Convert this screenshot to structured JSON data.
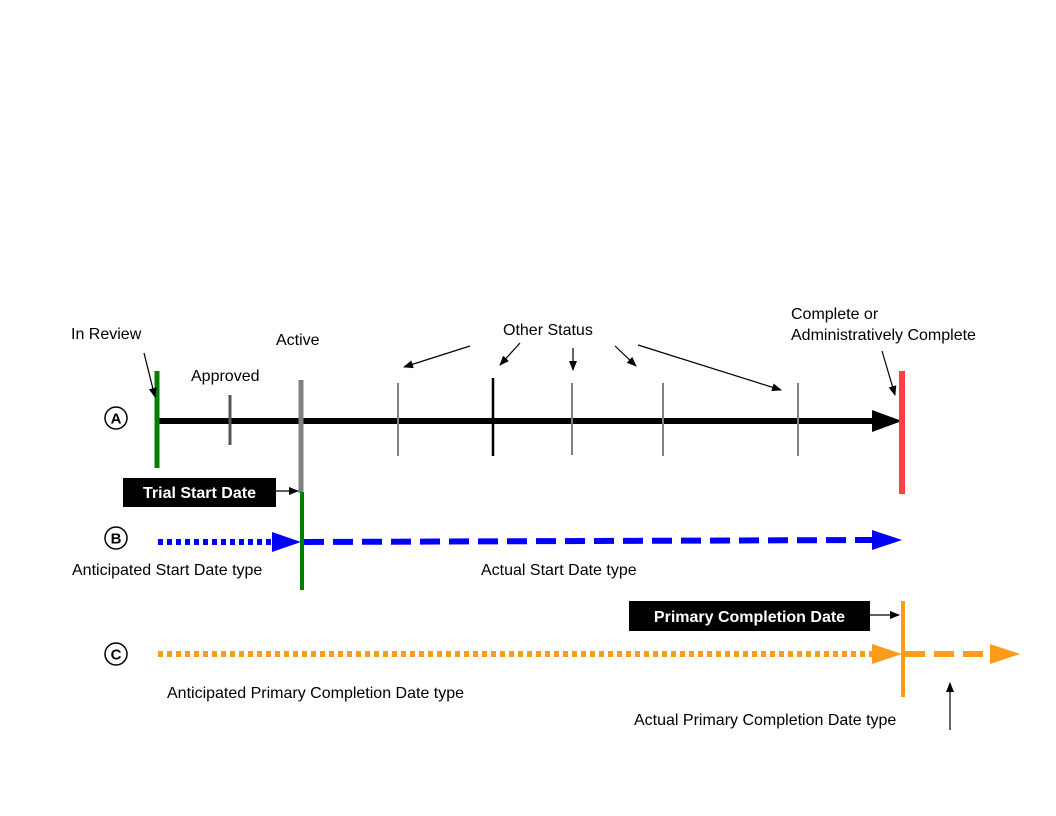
{
  "colors": {
    "timeline": "#000000",
    "in_review_tick": "#008000",
    "active_tick": "#808080",
    "complete_tick": "#ff4040",
    "start_date_line": "#008000",
    "start_type_arrow": "#0000ff",
    "completion_arrow": "#ff9a1a",
    "status_tick": "#808080",
    "label_box": "#000000"
  },
  "row_a": {
    "marker": "A",
    "labels": {
      "in_review": "In Review",
      "approved": "Approved",
      "active": "Active",
      "other_status": "Other Status",
      "complete_line1": "Complete or",
      "complete_line2": "Administratively Complete"
    }
  },
  "trial_start_box": "Trial Start Date",
  "row_b": {
    "marker": "B",
    "anticipated_label": "Anticipated Start Date type",
    "actual_label": "Actual Start Date type"
  },
  "primary_completion_box": "Primary Completion Date",
  "row_c": {
    "marker": "C",
    "anticipated_label": "Anticipated Primary Completion Date type",
    "actual_label": "Actual Primary Completion Date type"
  }
}
